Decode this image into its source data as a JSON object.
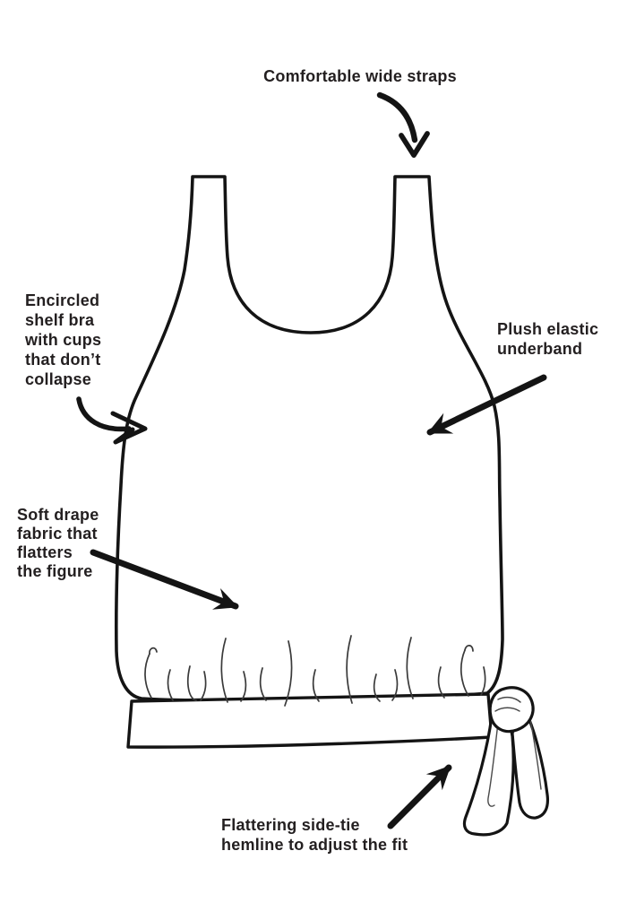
{
  "colors": {
    "ink": "#141414",
    "text": "#231f20",
    "background": "#ffffff"
  },
  "annotations": {
    "straps": "Comfortable wide straps",
    "shelf_bra": "Encircled\nshelf bra\nwith cups\nthat don’t\ncollapse",
    "underband": "Plush elastic\nunderband",
    "fabric": "Soft drape\nfabric that\nflatters\nthe figure",
    "side_tie": "Flattering side-tie\nhemline to adjust the fit"
  }
}
